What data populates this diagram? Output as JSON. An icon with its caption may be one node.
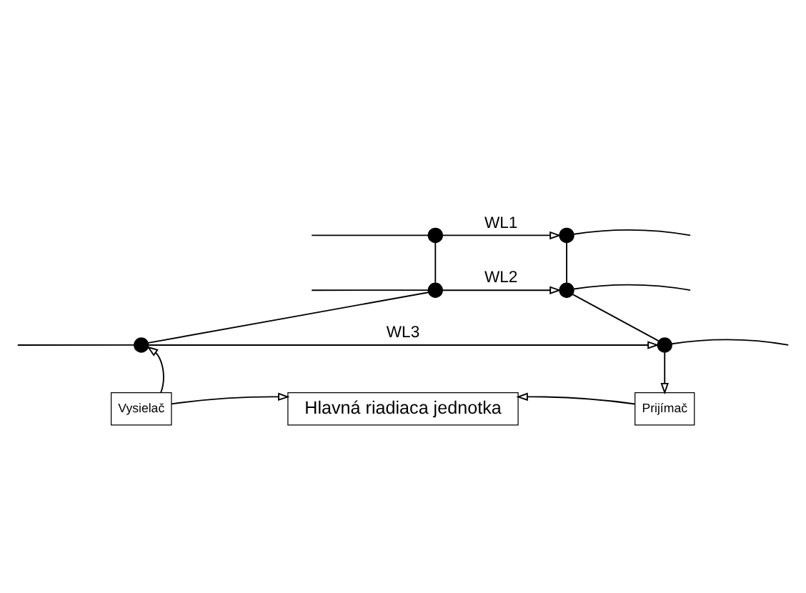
{
  "diagram": {
    "nodes": [
      {
        "text": [],
        "shape": "circle"
      },
      {
        "text": [],
        "shape": "circle"
      },
      {
        "text": [],
        "shape": "circle"
      },
      {
        "text": [],
        "shape": "circle"
      },
      {
        "text": [],
        "shape": "circle"
      },
      {
        "text": [],
        "shape": "circle"
      },
      {
        "text": [
          "Vysielač"
        ]
      },
      {
        "text": [
          "Hlavná riadiaca jednotka"
        ]
      },
      {
        "text": [
          "Prijímač"
        ]
      }
    ],
    "edges": [
      {
        "from": null,
        "to": 0,
        "arrow": "none"
      },
      {
        "from": 0,
        "to": 1,
        "arrow": "to",
        "label": "WL1"
      },
      {
        "from": 1,
        "to": null,
        "arrow": "none"
      },
      {
        "from": null,
        "to": 2,
        "arrow": "none"
      },
      {
        "from": 2,
        "to": 3,
        "arrow": "to",
        "label": "WL2"
      },
      {
        "from": 3,
        "to": null,
        "arrow": "none"
      },
      {
        "from": null,
        "to": 4,
        "arrow": "none"
      },
      {
        "from": 4,
        "to": 5,
        "arrow": "to",
        "label": "WL3"
      },
      {
        "from": 5,
        "to": null,
        "arrow": "none"
      },
      {
        "from": 0,
        "to": 2,
        "arrow": "none"
      },
      {
        "from": 2,
        "to": 4,
        "arrow": "none"
      },
      {
        "from": 1,
        "to": 3,
        "arrow": "none"
      },
      {
        "from": 3,
        "to": 5,
        "arrow": "none"
      },
      {
        "from": 6,
        "to": 4,
        "arrow": "to"
      },
      {
        "from": 5,
        "to": 8,
        "arrow": "to"
      },
      {
        "from": 6,
        "to": 7,
        "arrow": "to"
      },
      {
        "from": 8,
        "to": 7,
        "arrow": "to"
      }
    ]
  }
}
